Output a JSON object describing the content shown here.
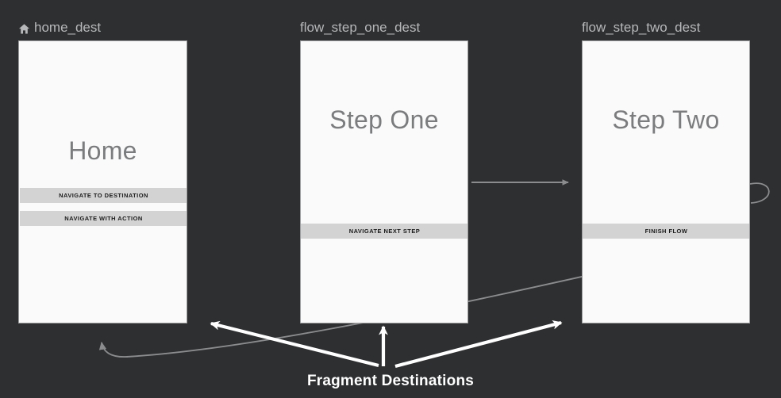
{
  "theme": {
    "canvas_background": "#2d2f31",
    "card_background": "#fafafa",
    "card_border": "#9a9c9e",
    "label_color": "#b6b8ba",
    "title_color": "#7a7c7e",
    "button_background": "#d3d3d3",
    "edge_color": "#8a8c8e",
    "annotation_color": "#ffffff"
  },
  "destinations": [
    {
      "id": "home_dest",
      "label": "home_dest",
      "icon": "home-icon",
      "is_start_destination": true,
      "screen_title": "Home",
      "buttons": [
        {
          "id": "navigate-destination",
          "label": "NAVIGATE TO DESTINATION"
        },
        {
          "id": "navigate-action",
          "label": "NAVIGATE WITH ACTION"
        }
      ]
    },
    {
      "id": "flow_step_one_dest",
      "label": "flow_step_one_dest",
      "icon": null,
      "is_start_destination": false,
      "screen_title": "Step One",
      "buttons": [
        {
          "id": "navigate-next-step",
          "label": "NAVIGATE NEXT STEP"
        }
      ]
    },
    {
      "id": "flow_step_two_dest",
      "label": "flow_step_two_dest",
      "icon": null,
      "is_start_destination": false,
      "screen_title": "Step Two",
      "buttons": [
        {
          "id": "finish-flow",
          "label": "FINISH FLOW"
        }
      ]
    }
  ],
  "edges": [
    {
      "id": "step-one-to-step-two",
      "from": "flow_step_one_dest",
      "to": "flow_step_two_dest",
      "style": "straight-arrow"
    },
    {
      "id": "step-two-self-loop",
      "from": "flow_step_two_dest",
      "to": "flow_step_two_dest",
      "style": "self-loop"
    },
    {
      "id": "step-two-to-home",
      "from": "flow_step_two_dest",
      "to": "home_dest",
      "style": "curved-arrow"
    }
  ],
  "annotation": {
    "caption": "Fragment Destinations",
    "arrows": [
      {
        "id": "arrow-to-home-dest",
        "target": "home_dest",
        "direction": "up-left"
      },
      {
        "id": "arrow-to-step-one-dest",
        "target": "flow_step_one_dest",
        "direction": "up"
      },
      {
        "id": "arrow-to-step-two-dest",
        "target": "flow_step_two_dest",
        "direction": "up-right"
      }
    ]
  }
}
